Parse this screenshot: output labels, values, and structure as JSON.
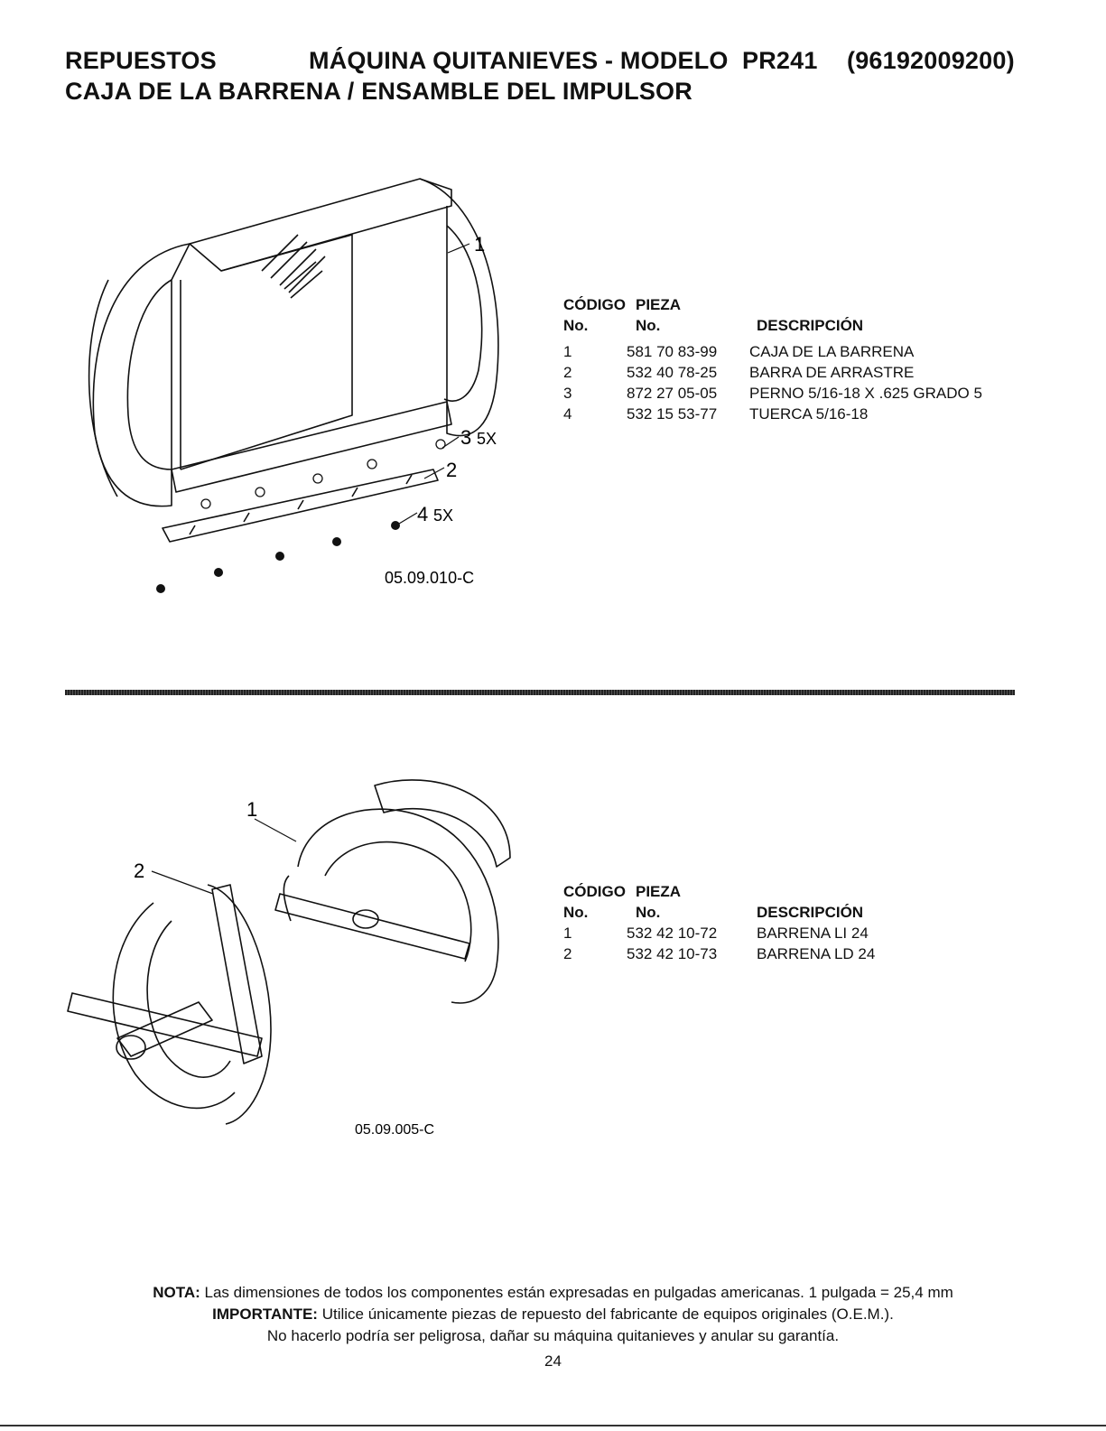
{
  "header": {
    "left": "REPUESTOS",
    "center": "MÁQUINA QUITANIEVES - MODELO",
    "model": "PR241",
    "code": "(96192009200)",
    "subtitle": "CAJA DE LA BARRENA / ENSAMBLE DEL IMPULSOR"
  },
  "section1": {
    "figure_code": "05.09.010-C",
    "callouts": {
      "c1": "1",
      "c2": "2",
      "c3": "3",
      "c3_qty": "5X",
      "c4": "4",
      "c4_qty": "5X"
    },
    "table": {
      "col1_top": "CÓDIGO",
      "col1_bottom": "No.",
      "col2_top": "PIEZA",
      "col2_bottom": "No.",
      "col3": "DESCRIPCIÓN",
      "rows": [
        {
          "code": "1",
          "part": "581 70 83-99",
          "desc": "CAJA DE LA BARRENA"
        },
        {
          "code": "2",
          "part": "532 40 78-25",
          "desc": "BARRA DE ARRASTRE"
        },
        {
          "code": "3",
          "part": "872 27 05-05",
          "desc": "PERNO 5/16-18 X .625 GRADO 5"
        },
        {
          "code": "4",
          "part": "532 15 53-77",
          "desc": "TUERCA 5/16-18"
        }
      ]
    }
  },
  "section2": {
    "figure_code": "05.09.005-C",
    "callouts": {
      "c1": "1",
      "c2": "2"
    },
    "table": {
      "col1_top": "CÓDIGO",
      "col1_bottom": "No.",
      "col2_top": "PIEZA",
      "col2_bottom": "No.",
      "col3": "DESCRIPCIÓN",
      "rows": [
        {
          "code": "1",
          "part": "532 42 10-72",
          "desc": "BARRENA LI 24"
        },
        {
          "code": "2",
          "part": "532 42 10-73",
          "desc": "BARRENA LD 24"
        }
      ]
    }
  },
  "footer": {
    "nota_label": "NOTA:",
    "nota_text": " Las dimensiones de todos los componentes están expresadas en pulgadas americanas.  1 pulgada = 25,4 mm",
    "importante_label": "IMPORTANTE:",
    "importante_text": " Utilice únicamente piezas de repuesto del fabricante de equipos originales (O.E.M.).",
    "warning": "No hacerlo podría ser peligrosa, dañar su máquina quitanieves y anular su garantía.",
    "page_number": "24"
  }
}
